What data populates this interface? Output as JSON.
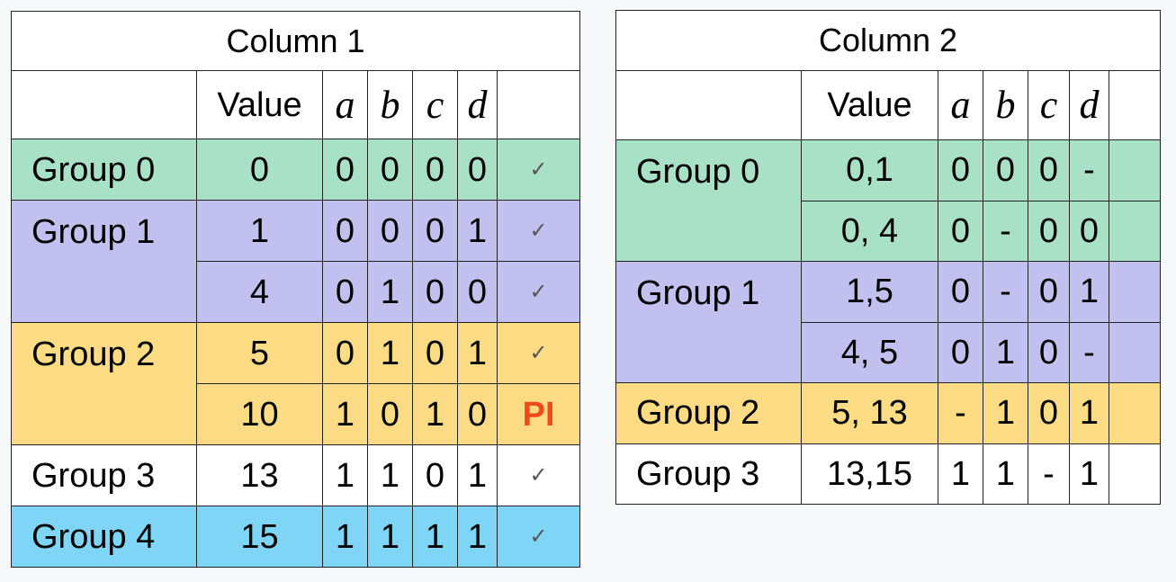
{
  "colors": {
    "group0": "#a9e1c7",
    "group1": "#c2c0ee",
    "group2": "#fbdc84",
    "group3": "#ffffff",
    "group4": "#7fd5f6",
    "prime_implicant": "#f04a1a"
  },
  "column1": {
    "title": "Column 1",
    "headers": {
      "value": "Value",
      "vars": [
        "a",
        "b",
        "c",
        "d"
      ],
      "mark": ""
    },
    "groups": [
      {
        "label": "Group 0",
        "color_key": "group0",
        "rows": [
          {
            "value": "0",
            "bits": [
              "0",
              "0",
              "0",
              "0"
            ],
            "mark": "✓"
          }
        ]
      },
      {
        "label": "Group 1",
        "color_key": "group1",
        "rows": [
          {
            "value": "1",
            "bits": [
              "0",
              "0",
              "0",
              "1"
            ],
            "mark": "✓"
          },
          {
            "value": "4",
            "bits": [
              "0",
              "1",
              "0",
              "0"
            ],
            "mark": "✓"
          }
        ]
      },
      {
        "label": "Group 2",
        "color_key": "group2",
        "rows": [
          {
            "value": "5",
            "bits": [
              "0",
              "1",
              "0",
              "1"
            ],
            "mark": "✓"
          },
          {
            "value": "10",
            "bits": [
              "1",
              "0",
              "1",
              "0"
            ],
            "mark": "PI"
          }
        ]
      },
      {
        "label": "Group 3",
        "color_key": "group3",
        "rows": [
          {
            "value": "13",
            "bits": [
              "1",
              "1",
              "0",
              "1"
            ],
            "mark": "✓"
          }
        ]
      },
      {
        "label": "Group 4",
        "color_key": "group4",
        "rows": [
          {
            "value": "15",
            "bits": [
              "1",
              "1",
              "1",
              "1"
            ],
            "mark": "✓"
          }
        ]
      }
    ]
  },
  "column2": {
    "title": "Column 2",
    "headers": {
      "value": "Value",
      "vars": [
        "a",
        "b",
        "c",
        "d"
      ],
      "mark": ""
    },
    "groups": [
      {
        "label": "Group 0",
        "color_key": "group0",
        "rows": [
          {
            "value": "0,1",
            "bits": [
              "0",
              "0",
              "0",
              "-"
            ],
            "mark": ""
          },
          {
            "value": "0, 4",
            "bits": [
              "0",
              "-",
              "0",
              "0"
            ],
            "mark": ""
          }
        ]
      },
      {
        "label": "Group 1",
        "color_key": "group1",
        "rows": [
          {
            "value": "1,5",
            "bits": [
              "0",
              "-",
              "0",
              "1"
            ],
            "mark": ""
          },
          {
            "value": "4, 5",
            "bits": [
              "0",
              "1",
              "0",
              "-"
            ],
            "mark": ""
          }
        ]
      },
      {
        "label": "Group 2",
        "color_key": "group2",
        "rows": [
          {
            "value": "5, 13",
            "bits": [
              "-",
              "1",
              "0",
              "1"
            ],
            "mark": ""
          }
        ]
      },
      {
        "label": "Group 3",
        "color_key": "group3",
        "rows": [
          {
            "value": "13,15",
            "bits": [
              "1",
              "1",
              "-",
              "1"
            ],
            "mark": ""
          }
        ]
      }
    ]
  }
}
